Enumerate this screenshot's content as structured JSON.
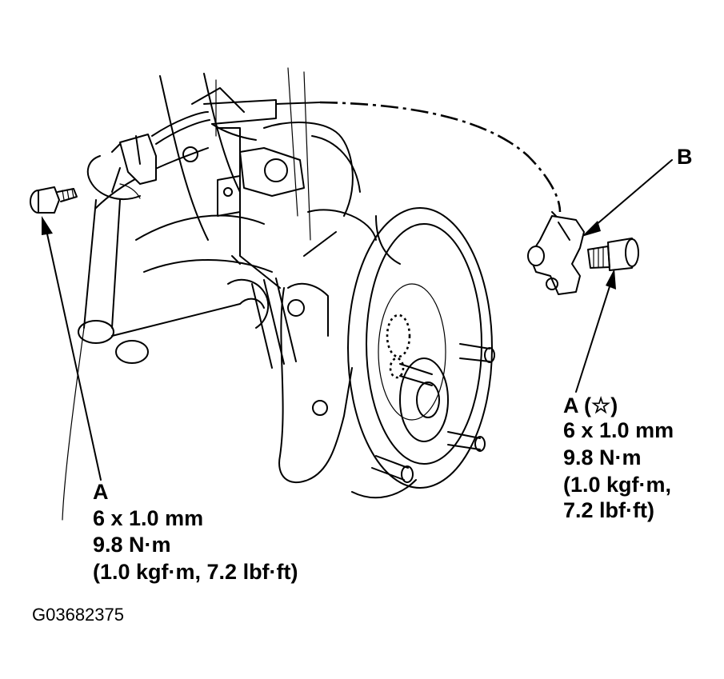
{
  "callout_left": {
    "letter": "A",
    "size": "6 x 1.0 mm",
    "torque": "9.8 N·m",
    "torque_alt": "(1.0 kgf·m, 7.2 lbf·ft)"
  },
  "callout_right": {
    "letter": "A (☆)",
    "size": "6 x 1.0 mm",
    "torque": "9.8 N·m",
    "torque_alt_1": "(1.0 kgf·m,",
    "torque_alt_2": "7.2 lbf·ft)"
  },
  "callout_b": {
    "letter": "B"
  },
  "figure_code": "G03682375"
}
